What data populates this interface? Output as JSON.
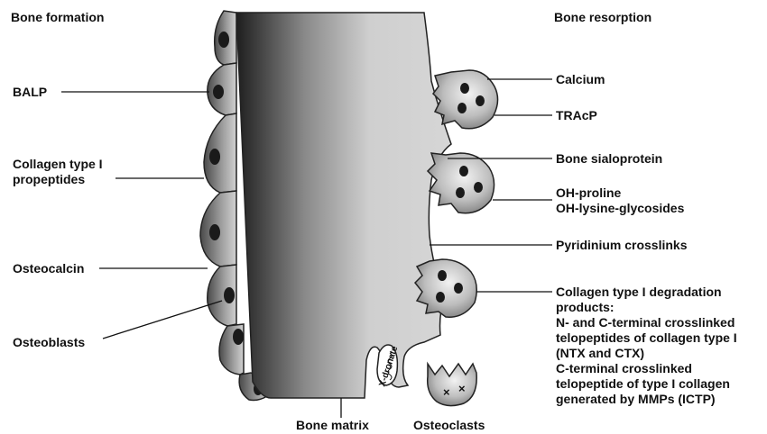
{
  "headers": {
    "left": "Bone formation",
    "right": "Bone resorption"
  },
  "formation_markers": {
    "balp": "BALP",
    "collagen_propeptides": "Collagen type I\npropeptides",
    "osteocalcin": "Osteocalcin",
    "osteoblasts": "Osteoblasts"
  },
  "resorption_markers": {
    "calcium": "Calcium",
    "tracp": "TRAcP",
    "bone_sialoprotein": "Bone sialoprotein",
    "oh_proline": "OH-proline\nOH-lysine-glycosides",
    "pyridinium": "Pyridinium crosslinks",
    "collagen_degradation": "Collagen type I degradation\nproducts:\nN- and C-terminal crosslinked\ntelopeptides of collagen type I\n(NTX and CTX)\nC-terminal crosslinked\ntelopeptide of type I collagen\ngenerated by MMPs (ICTP)"
  },
  "bottom_labels": {
    "bone_matrix": "Bone matrix",
    "osteoclasts": "Osteoclasts"
  },
  "drug_label": "X-dronate",
  "colors": {
    "cell_dark": "#4a4a4a",
    "cell_light": "#d9d9d9",
    "matrix": "#d0d0d0",
    "line": "#111111"
  }
}
